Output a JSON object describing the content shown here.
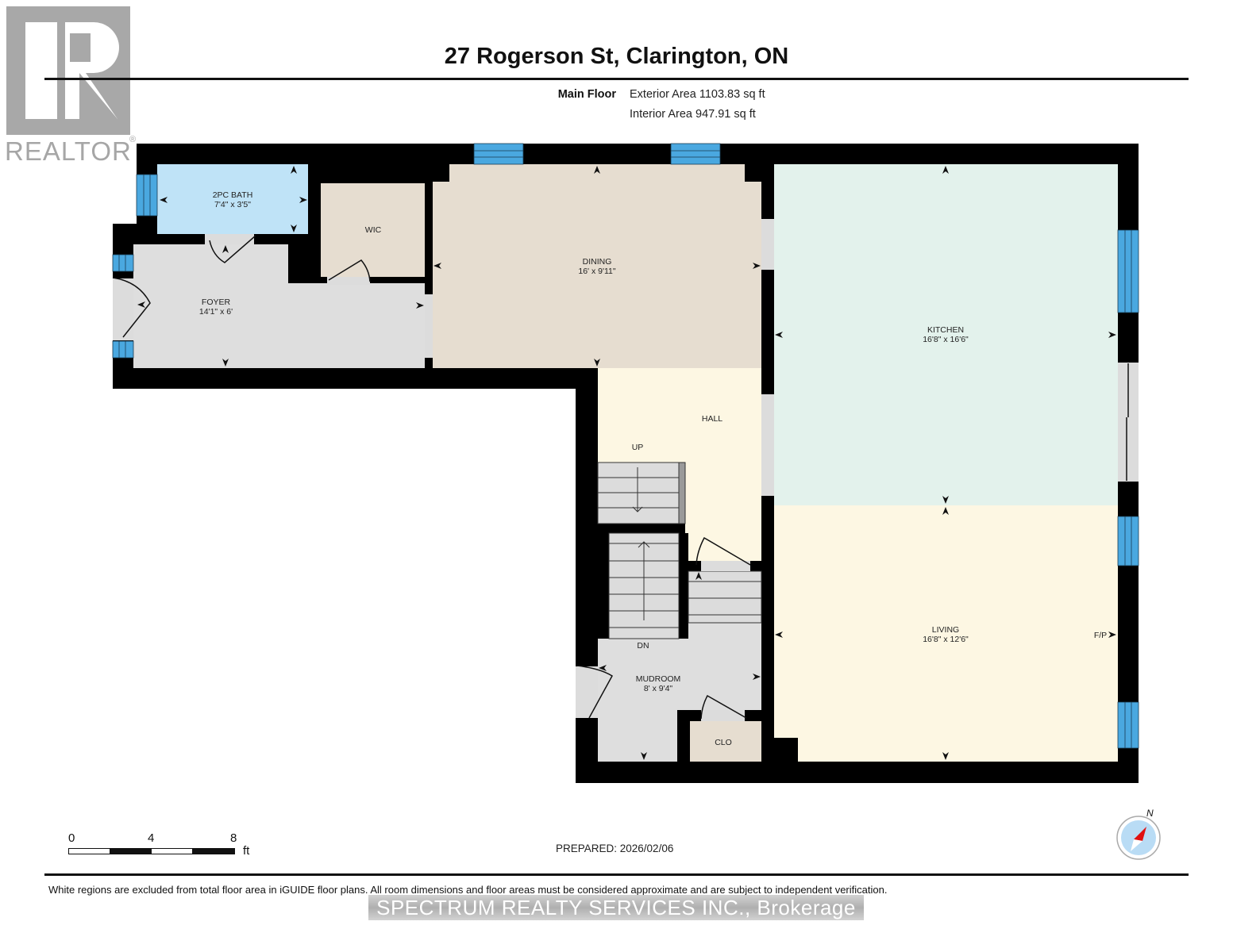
{
  "branding": {
    "logo_icon": "realtor-r-logo",
    "logo_text": "REALTOR",
    "registered_mark": "®"
  },
  "header": {
    "title": "27 Rogerson St, Clarington, ON",
    "floor_name": "Main Floor",
    "exterior_area": "Exterior Area 1103.83 sq ft",
    "interior_area": "Interior Area 947.91 sq ft"
  },
  "rooms": [
    {
      "name": "2PC BATH",
      "dims": "7'4\" x 3'5\"",
      "color": "#bfe3f7"
    },
    {
      "name": "WIC",
      "dims": "",
      "color": "#e6ddd0"
    },
    {
      "name": "FOYER",
      "dims": "14'1\" x 6'",
      "color": "#dedede"
    },
    {
      "name": "DINING",
      "dims": "16' x 9'11\"",
      "color": "#e6ddd0"
    },
    {
      "name": "KITCHEN",
      "dims": "16'8\" x 16'6\"",
      "color": "#e3f2ec"
    },
    {
      "name": "HALL",
      "dims": "",
      "color": "#fdf7e3"
    },
    {
      "name": "LIVING",
      "dims": "16'8\" x 12'6\"",
      "color": "#fdf7e3"
    },
    {
      "name": "MUDROOM",
      "dims": "8' x 9'4\"",
      "color": "#dedede"
    },
    {
      "name": "CLO",
      "dims": "",
      "color": "#e6ddd0"
    }
  ],
  "annotations": {
    "stairs_up": "UP",
    "stairs_down": "DN",
    "fireplace": "F/P"
  },
  "colors": {
    "wall": "#000000",
    "window": "#4aa8e0",
    "door_opening": "#dcdcdc"
  },
  "scale_bar": {
    "ticks": [
      "0",
      "4",
      "8"
    ],
    "unit": "ft"
  },
  "prepared": "PREPARED: 2026/02/06",
  "compass": {
    "label": "N",
    "icon": "compass-north-icon"
  },
  "footer": {
    "disclaimer": "White regions are excluded from total floor area in iGUIDE floor plans. All room dimensions and floor areas must be considered approximate and are subject to independent verification.",
    "watermark": "SPECTRUM REALTY SERVICES INC., Brokerage"
  }
}
